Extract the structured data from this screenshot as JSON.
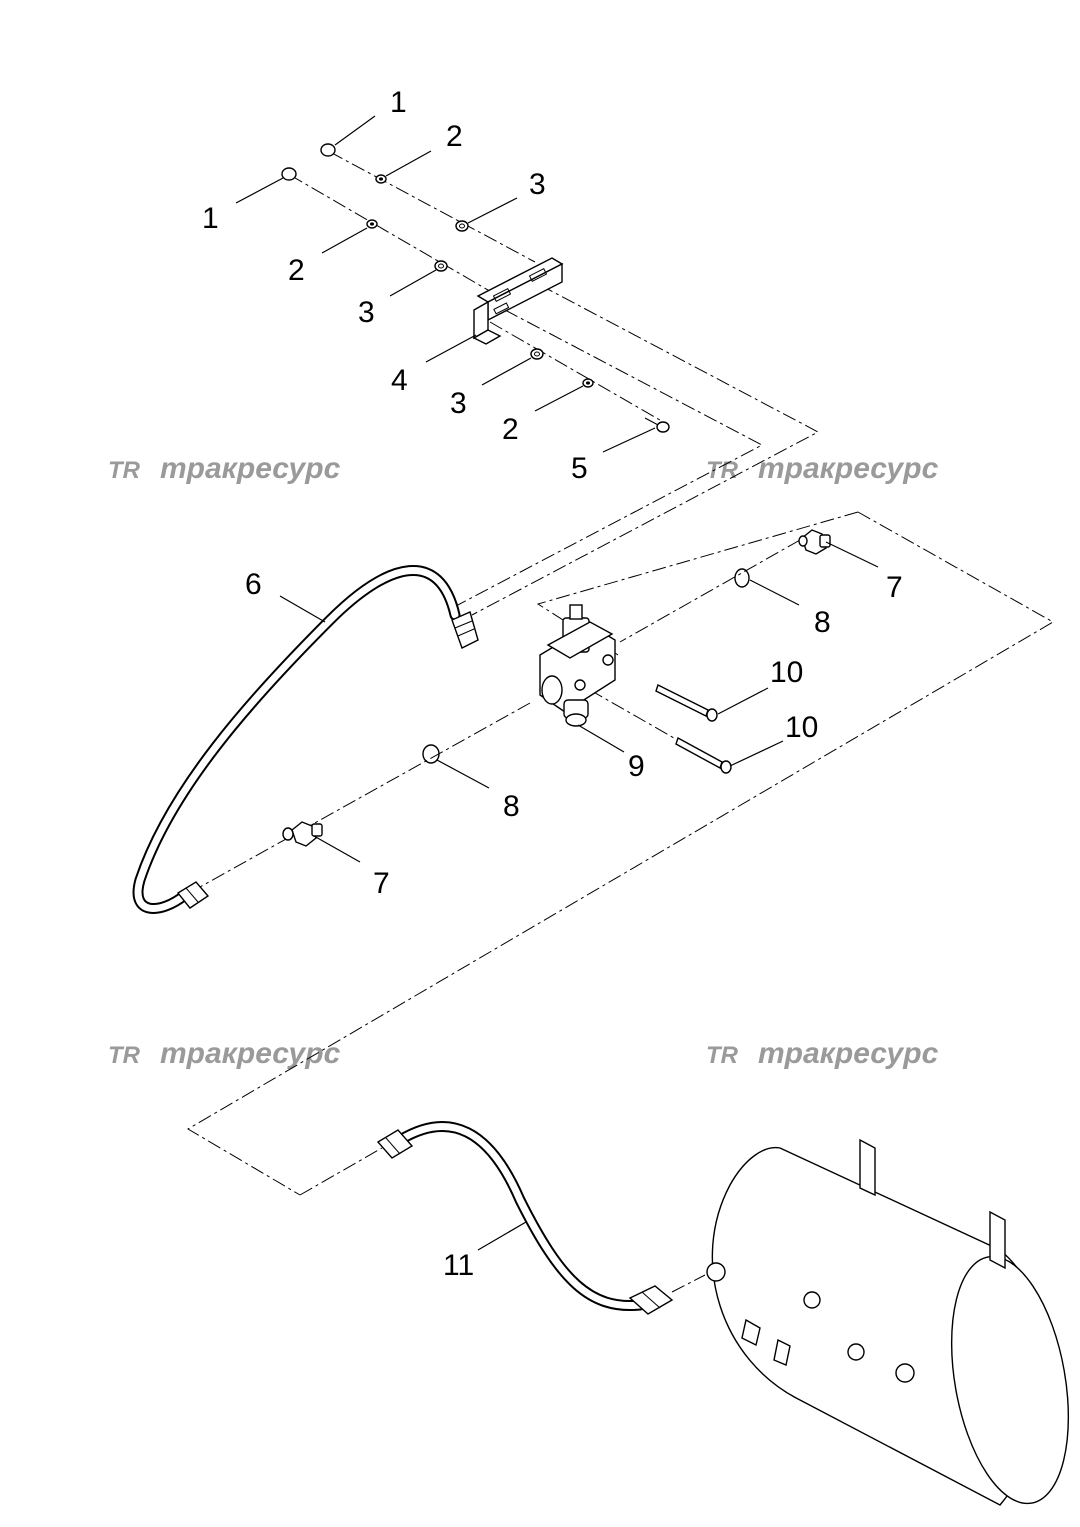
{
  "watermarks": [
    {
      "logo": "TR",
      "text": "тракресурс"
    },
    {
      "logo": "TR",
      "text": "тракресурс"
    },
    {
      "logo": "TR",
      "text": "тракресурс"
    },
    {
      "logo": "TR",
      "text": "тракресурс"
    }
  ],
  "callouts": [
    "1",
    "1",
    "2",
    "2",
    "2",
    "3",
    "3",
    "3",
    "4",
    "5",
    "6",
    "7",
    "7",
    "8",
    "8",
    "9",
    "10",
    "10",
    "11"
  ]
}
